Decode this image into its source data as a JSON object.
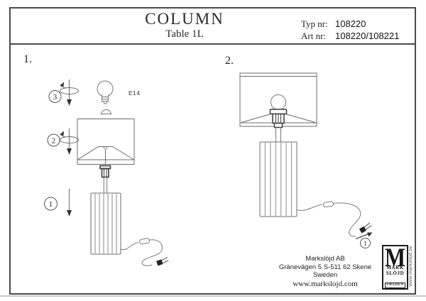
{
  "header": {
    "title": "COLUMN",
    "subtitle": "Table 1L",
    "typ_label": "Typ nr:",
    "typ_value": "108220",
    "art_label": "Art  nr:",
    "art_value": "108220/108221"
  },
  "steps": {
    "step1_label": "1.",
    "step2_label": "2."
  },
  "callouts": {
    "one": "1",
    "two": "2",
    "three": "3"
  },
  "diagram": {
    "bulb_type": "E14"
  },
  "footer": {
    "company": "Markslöjd AB",
    "street": "Gränevägen 5 S-511 62 Skene",
    "country": "Sweden",
    "website": "www.markslojd.com"
  },
  "logo": {
    "monogram": "M",
    "line1": "MARK",
    "line2": "SLÖJD",
    "line3": "SWEDEN",
    "vertical_url": "www.markslojd.se"
  },
  "colors": {
    "line": "#6b6b6b",
    "dark": "#333333",
    "text": "#1f1f1f"
  }
}
